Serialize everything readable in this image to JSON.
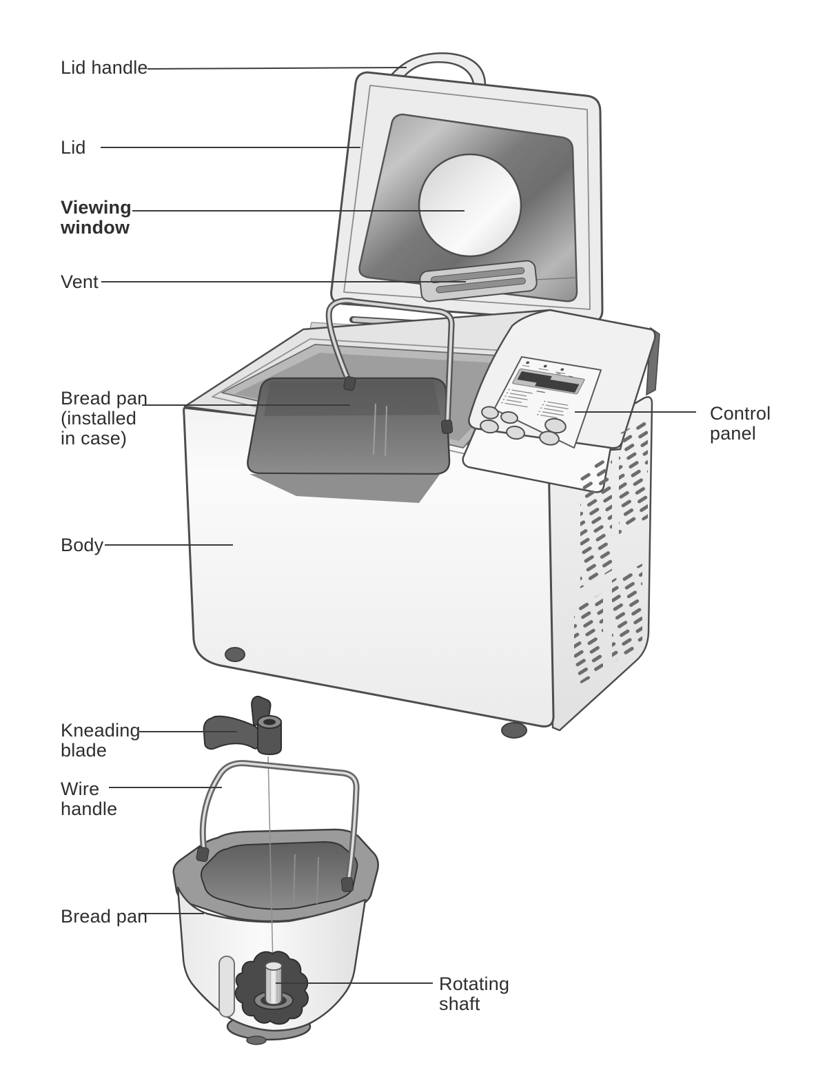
{
  "diagram": {
    "subject": "Bread maker parts diagram",
    "labels": {
      "lid_handle": "Lid handle",
      "lid": "Lid",
      "viewing_window": "Viewing\nwindow",
      "vent": "Vent",
      "bread_pan_installed": "Bread pan\n(installed\nin case)",
      "control_panel": "Control\npanel",
      "body": "Body",
      "kneading_blade": "Kneading\nblade",
      "wire_handle": "Wire\nhandle",
      "bread_pan": "Bread pan",
      "rotating_shaft": "Rotating\nshaft"
    },
    "colors": {
      "background": "#ffffff",
      "label_text": "#2e2e2e",
      "leader_line": "#3a3a3a",
      "outline": "#4d4d4d",
      "dark_part": "#4a4a4a",
      "pan_interior": "#6a6a6a"
    }
  }
}
